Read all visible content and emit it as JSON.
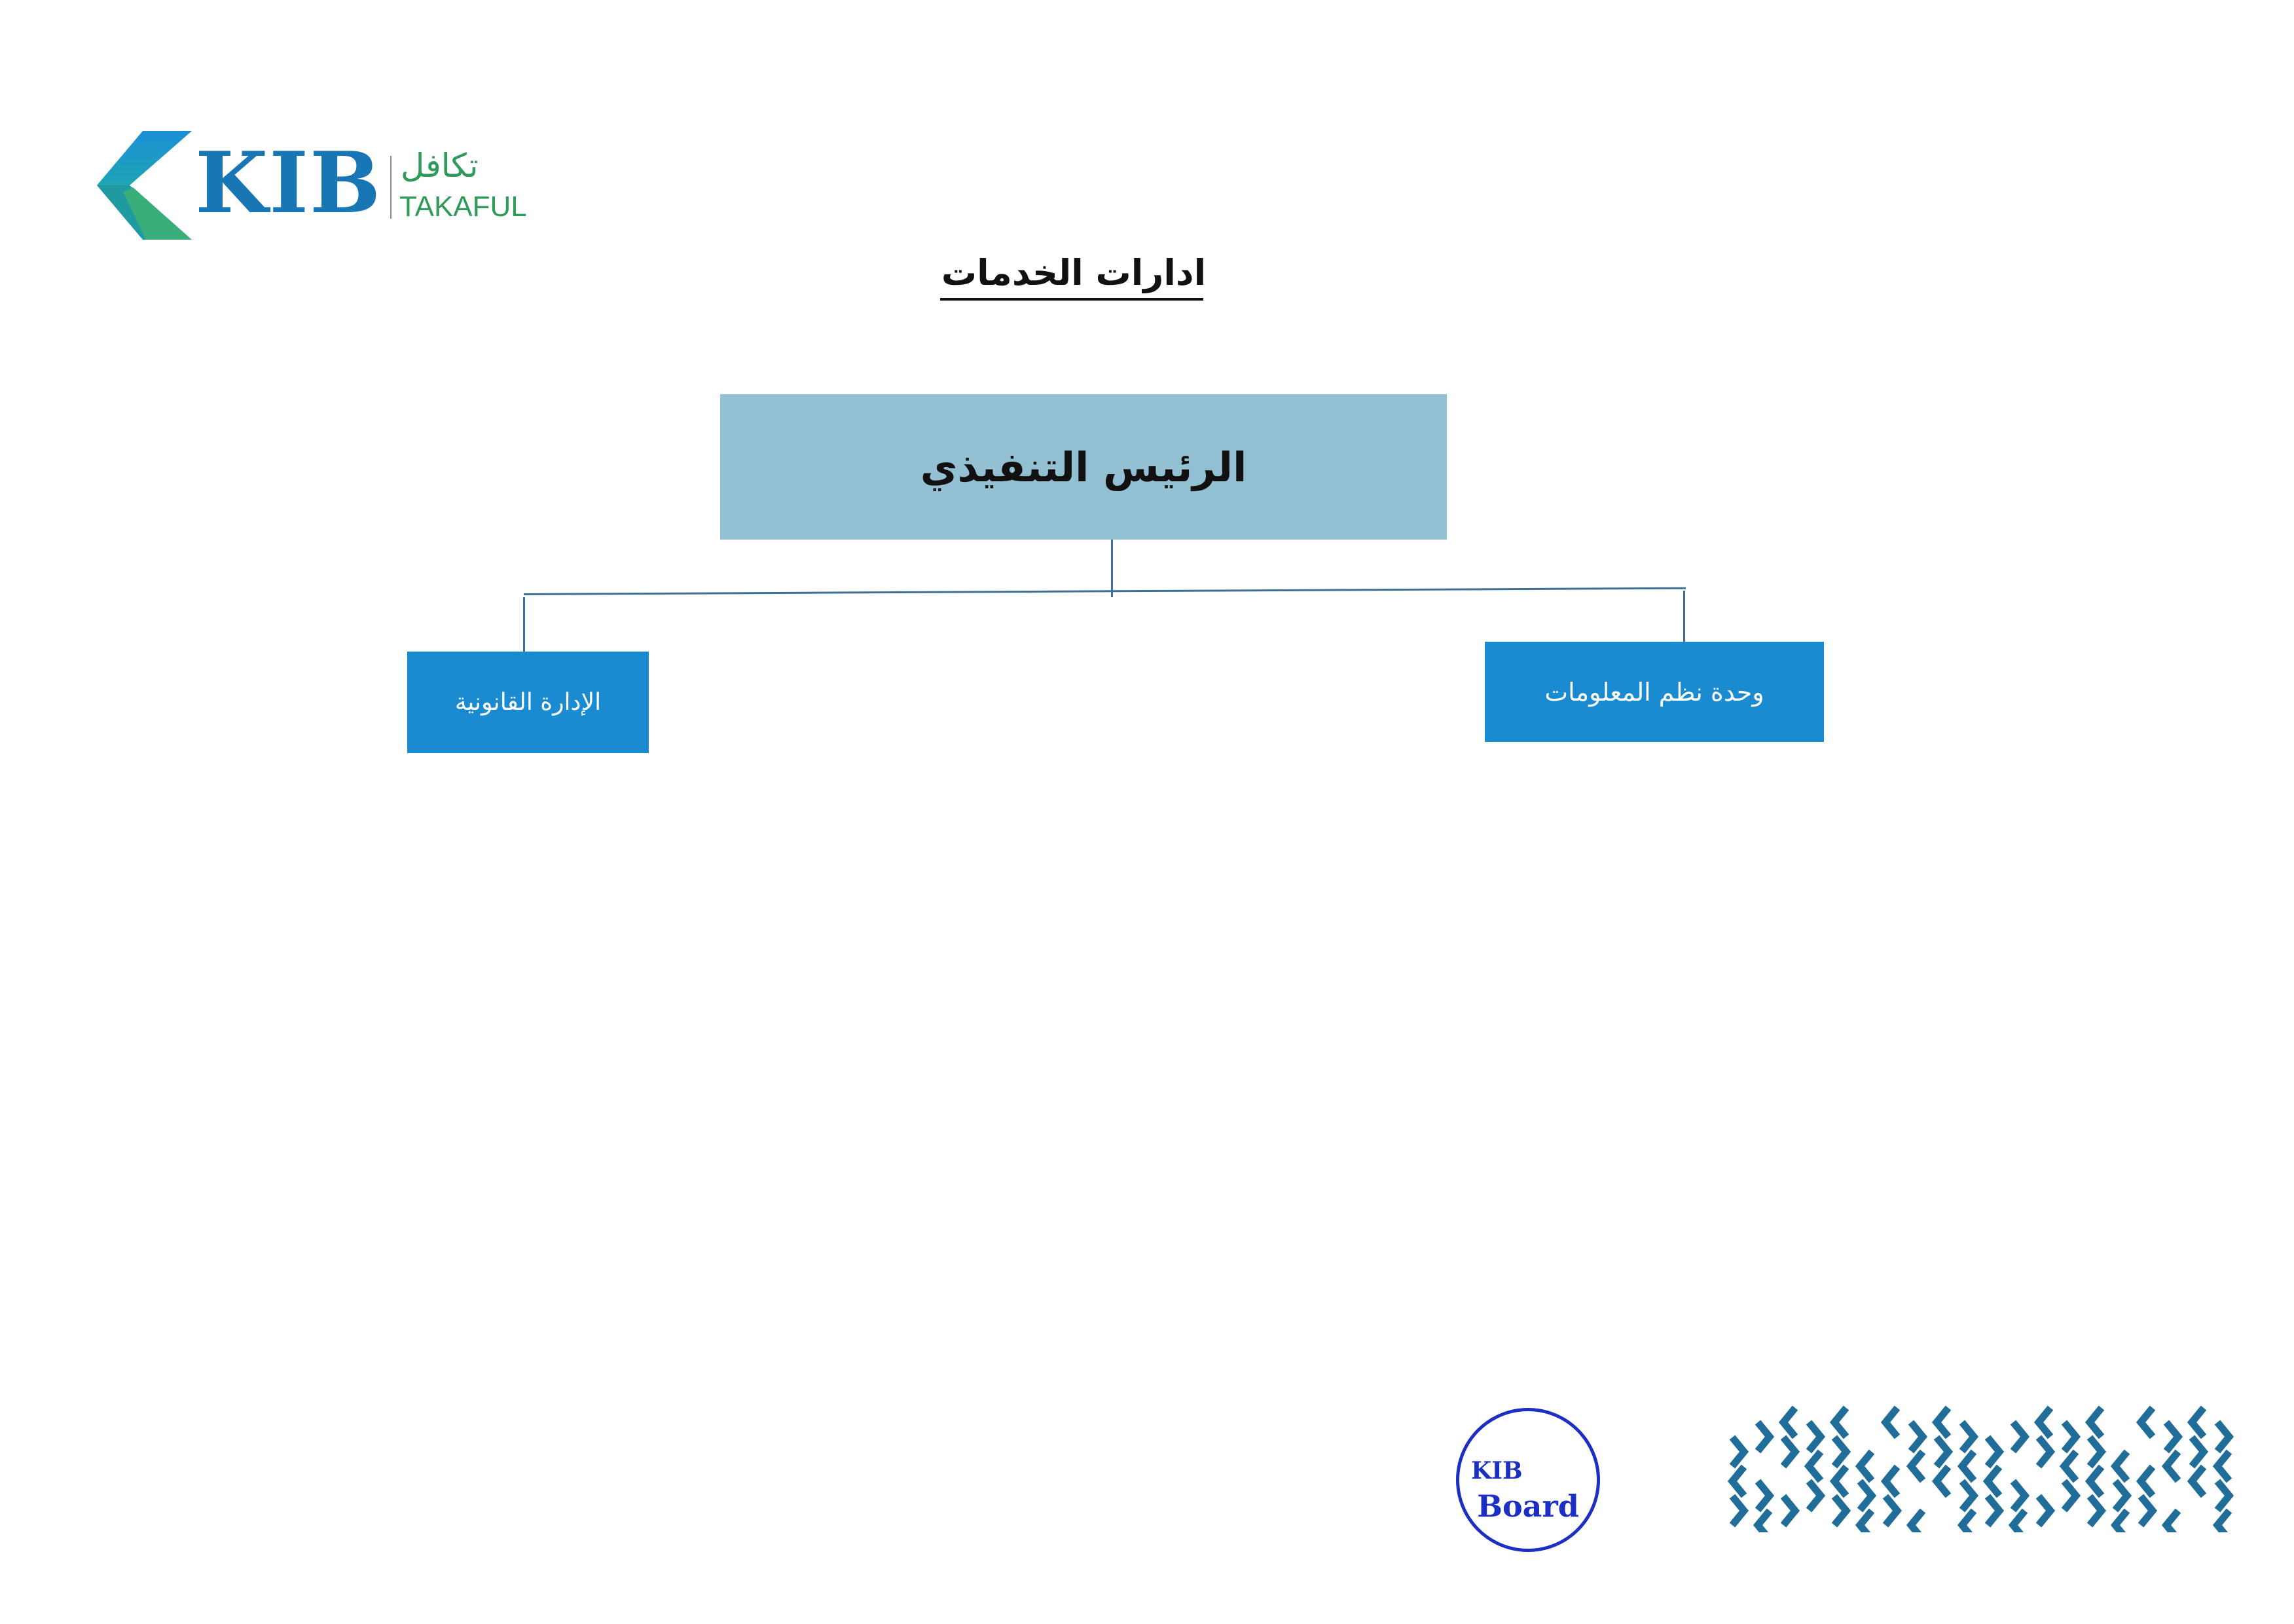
{
  "logo": {
    "brand": "KIB",
    "arabic": "تكافل",
    "english": "TAKAFUL"
  },
  "title": "ادارات الخدمات",
  "org_chart": {
    "root": "الرئيس التنفيذي",
    "children": [
      "وحدة نظم المعلومات",
      "الإدارة القانونية"
    ]
  },
  "stamp": {
    "brand": "KIB",
    "label": "Board"
  },
  "colors": {
    "root_box": "#94c0d4",
    "child_box": "#1a8bd1",
    "stamp": "#1b2fc4",
    "pattern": "#1f6d98"
  }
}
